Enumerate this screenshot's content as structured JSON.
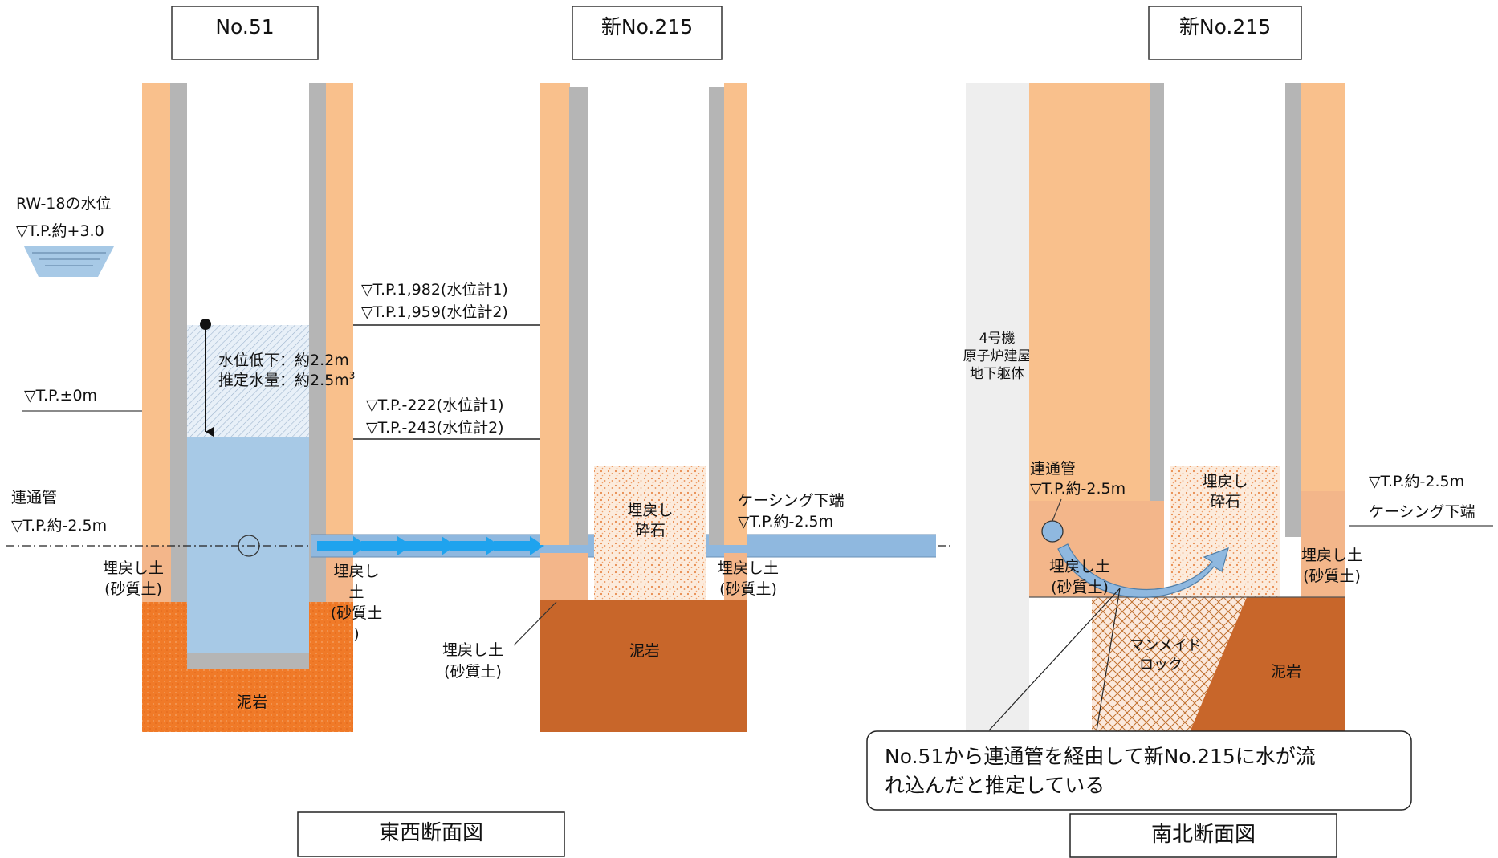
{
  "ew": {
    "well_no51": "No.51",
    "well_new215": "新No.215",
    "rw18_level_line1": "RW-18の水位",
    "rw18_level_line2": "▽T.P.約+3.0",
    "tp_zero": "▽T.P.±0m",
    "pipe_line1": "連通管",
    "pipe_line2": "▽T.P.約-2.5m",
    "drop_line1": "水位低下：約2.2m",
    "drop_line2": "推定水量：約2.5m",
    "drop_line2_sup": "3",
    "tp_1982": "▽T.P.1,982(水位計1)",
    "tp_1959": "▽T.P.1,959(水位計2)",
    "tp_m222": "▽T.P.-222(水位計1)",
    "tp_m243": "▽T.P.-243(水位計2)",
    "backfill_left_1": "埋戻し土",
    "backfill_left_2": "(砂質土)",
    "backfill_inner_1": "埋戻し",
    "backfill_inner_2": "土",
    "backfill_inner_3": "(砂質土",
    "backfill_inner_4": ")",
    "backfill_callout_1": "埋戻し土",
    "backfill_callout_2": "(砂質土)",
    "mudstone": "泥岩",
    "crushed_stone_1": "埋戻し",
    "crushed_stone_2": "砕石",
    "casing_1": "ケーシング下端",
    "casing_2": "▽T.P.約-2.5m",
    "backfill_right_1": "埋戻し土",
    "backfill_right_2": "(砂質土)",
    "mudstone_right": "泥岩",
    "caption": "東西断面図"
  },
  "ns": {
    "well_new215": "新No.215",
    "building_1": "4号機",
    "building_2": "原子炉建屋",
    "building_3": "地下躯体",
    "pipe_line1": "連通管",
    "pipe_line2": "▽T.P.約-2.5m",
    "backfill_1": "埋戻し土",
    "backfill_2": "(砂質土)",
    "crushed_stone_1": "埋戻し",
    "crushed_stone_2": "砕石",
    "tp_m25": "▽T.P.約-2.5m",
    "casing": "ケーシング下端",
    "backfill_right_1": "埋戻し土",
    "backfill_right_2": "(砂質土)",
    "manmade_rock_1": "マンメイド",
    "manmade_rock_2": "ロック",
    "mudstone": "泥岩",
    "note_line1": "No.51から連通管を経由して新No.215に水が流",
    "note_line2": "れ込んだと推定している",
    "caption": "南北断面図"
  },
  "colors": {
    "soil": "#f9c08c",
    "backfill_sand": "#f3b68a",
    "casing": "#b5b5b5",
    "water": "#a7c9e6",
    "pipe": "#8fb8df",
    "flow_arrow": "#1fa3ee",
    "mudstone_ew_left": "#f07a28",
    "mudstone": "#c8662a",
    "building": "#eeeeee"
  }
}
